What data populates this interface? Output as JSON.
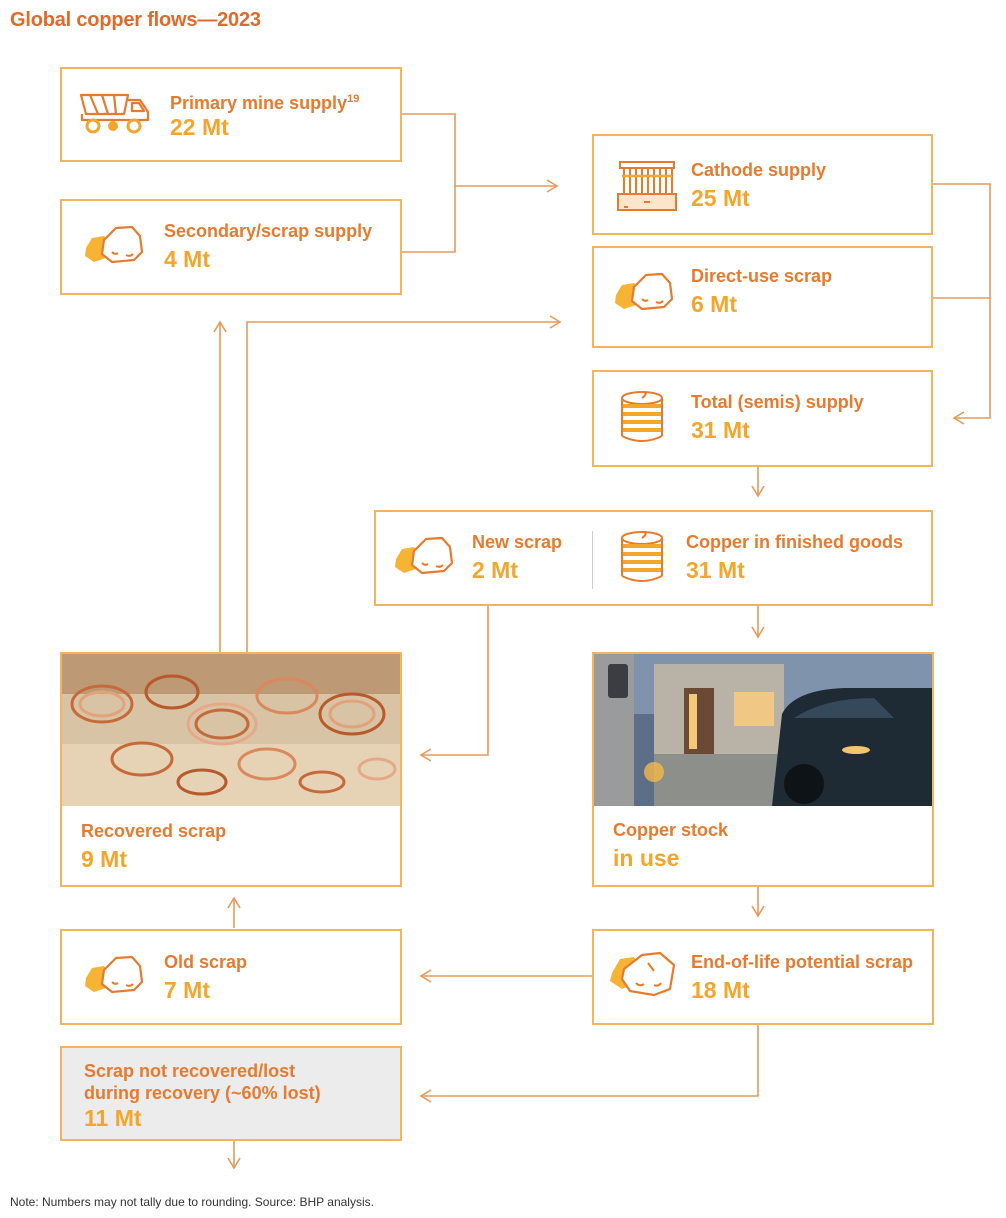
{
  "title": "Global copper flows—2023",
  "nodes": {
    "primary_mine": {
      "label": "Primary mine supply",
      "sup": "19",
      "value": "22 Mt",
      "icon": "mining-truck-icon"
    },
    "secondary_scrap": {
      "label": "Secondary/scrap supply",
      "value": "4 Mt",
      "icon": "scrap-rock-icon"
    },
    "cathode": {
      "label": "Cathode supply",
      "value": "25 Mt",
      "icon": "cathode-stack-icon"
    },
    "direct_use": {
      "label": "Direct-use scrap",
      "value": "6 Mt",
      "icon": "scrap-rock-icon"
    },
    "total_semis": {
      "label": "Total (semis) supply",
      "value": "31 Mt",
      "icon": "wire-spool-icon"
    },
    "new_scrap": {
      "label": "New scrap",
      "value": "2 Mt",
      "icon": "scrap-rock-icon"
    },
    "finished_goods": {
      "label": "Copper in finished goods",
      "value": "31 Mt",
      "icon": "wire-spool-icon"
    },
    "recovered": {
      "label": "Recovered scrap",
      "value": "9 Mt"
    },
    "stock_in_use": {
      "label": "Copper stock",
      "value": "in use"
    },
    "old_scrap": {
      "label": "Old scrap",
      "value": "7 Mt",
      "icon": "scrap-rock-icon"
    },
    "end_of_life": {
      "label": "End-of-life potential scrap",
      "value": "18 Mt",
      "icon": "scrap-rock-large-icon"
    },
    "not_recovered": {
      "label": "Scrap not recovered/lost during recovery (~60% lost)",
      "value": "11 Mt"
    }
  },
  "colors": {
    "accent": "#e87a2e",
    "value": "#f4a52b",
    "border": "#f2b45e",
    "line": "#e69a5a"
  },
  "note": "Note: Numbers may not tally due to rounding. Source: BHP analysis."
}
